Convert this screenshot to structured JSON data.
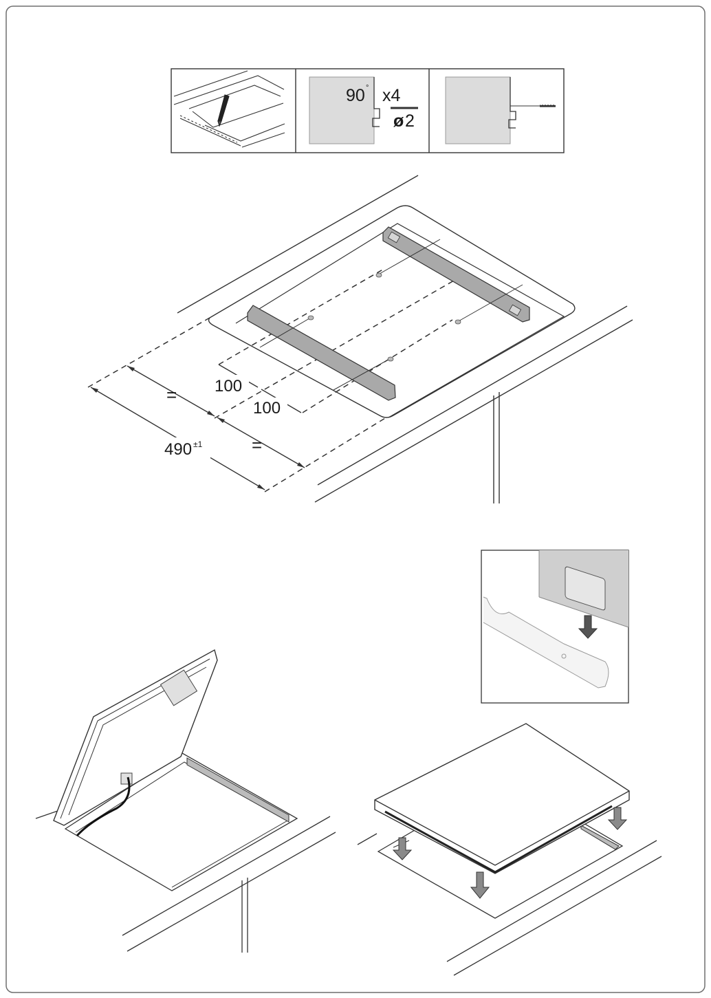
{
  "steps": {
    "angle": "90",
    "angle_mark": "°",
    "quantity": "x4",
    "diameter_symbol": "ø",
    "diameter_value": "2"
  },
  "dimensions": {
    "offset_a": "100",
    "offset_b": "100",
    "equal_a": "=",
    "equal_b": "=",
    "width": "490",
    "tolerance": "±1"
  }
}
